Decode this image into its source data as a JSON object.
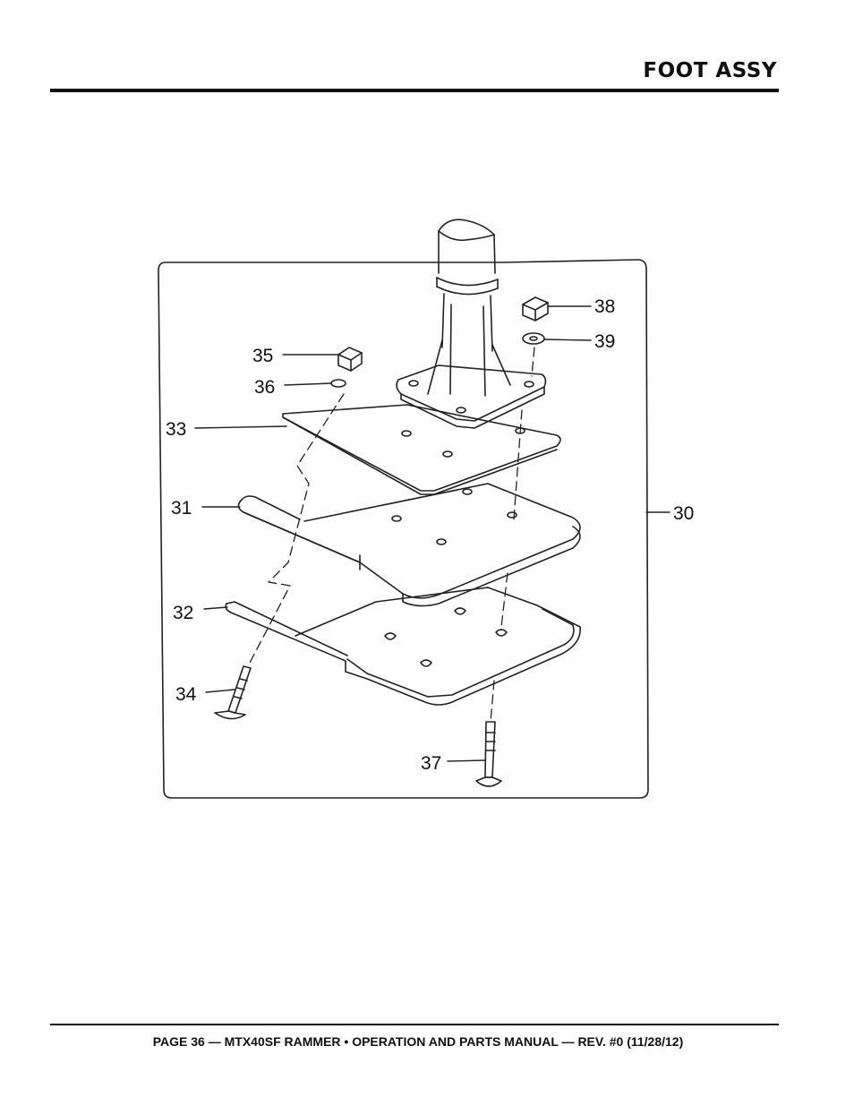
{
  "header": {
    "title": "FOOT ASSY"
  },
  "diagram": {
    "callouts": [
      {
        "id": "38",
        "text": "38"
      },
      {
        "id": "39",
        "text": "39"
      },
      {
        "id": "35",
        "text": "35"
      },
      {
        "id": "36",
        "text": "36"
      },
      {
        "id": "33",
        "text": "33"
      },
      {
        "id": "31",
        "text": "31"
      },
      {
        "id": "30",
        "text": "30"
      },
      {
        "id": "32",
        "text": "32"
      },
      {
        "id": "34",
        "text": "34"
      },
      {
        "id": "37",
        "text": "37"
      }
    ]
  },
  "footer": {
    "text": "PAGE 36 — MTX40SF RAMMER • OPERATION AND PARTS MANUAL — REV. #0 (11/28/12)"
  }
}
